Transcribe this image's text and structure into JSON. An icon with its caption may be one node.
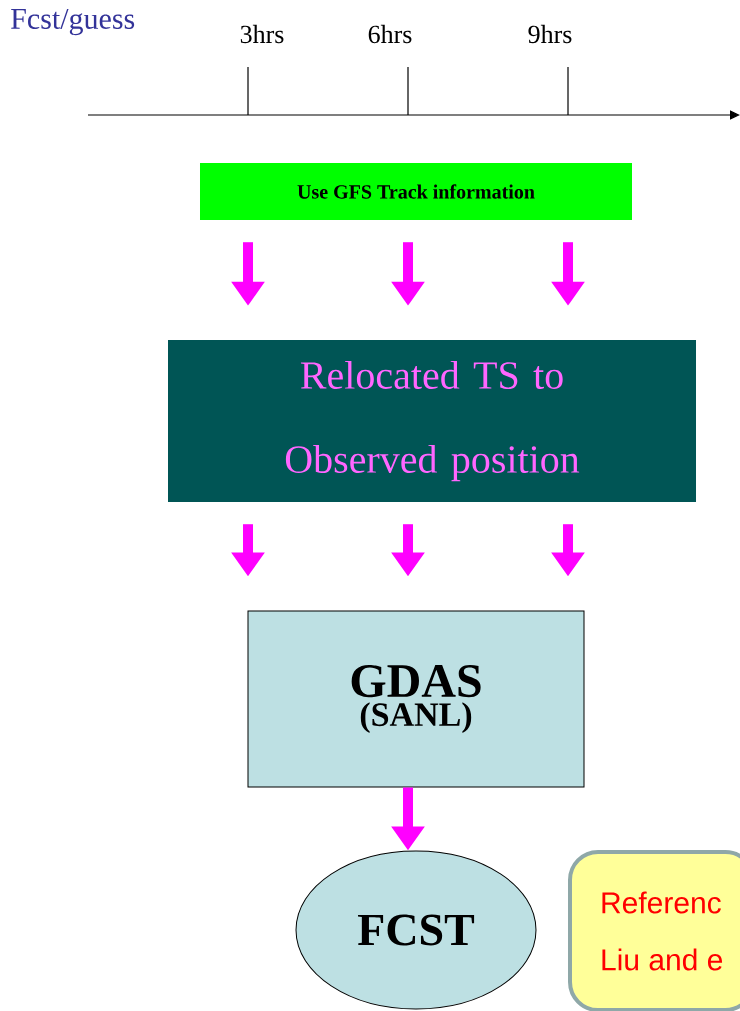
{
  "diagram": {
    "nodes": [
      {
        "text": [
          "Use GFS Track information"
        ]
      },
      {
        "text": [
          "Relocated TS to Observed position"
        ]
      },
      {
        "text": [
          "GDAS",
          "(SANL)"
        ]
      },
      {
        "text": [
          "FCST"
        ]
      },
      {
        "text": [
          "Referenc",
          "Liu and e"
        ]
      }
    ],
    "edges": [
      {
        "from": 0,
        "to": 1,
        "arrow": "to"
      },
      {
        "from": 0,
        "to": 1,
        "arrow": "to"
      },
      {
        "from": 0,
        "to": 1,
        "arrow": "to"
      },
      {
        "from": 1,
        "to": 2,
        "arrow": "to"
      },
      {
        "from": 1,
        "to": 2,
        "arrow": "to"
      },
      {
        "from": 1,
        "to": 2,
        "arrow": "to"
      },
      {
        "from": 2,
        "to": 3,
        "arrow": "to"
      }
    ],
    "labels": [
      "Fcst/guess",
      "3hrs",
      "6hrs",
      "9hrs"
    ]
  }
}
